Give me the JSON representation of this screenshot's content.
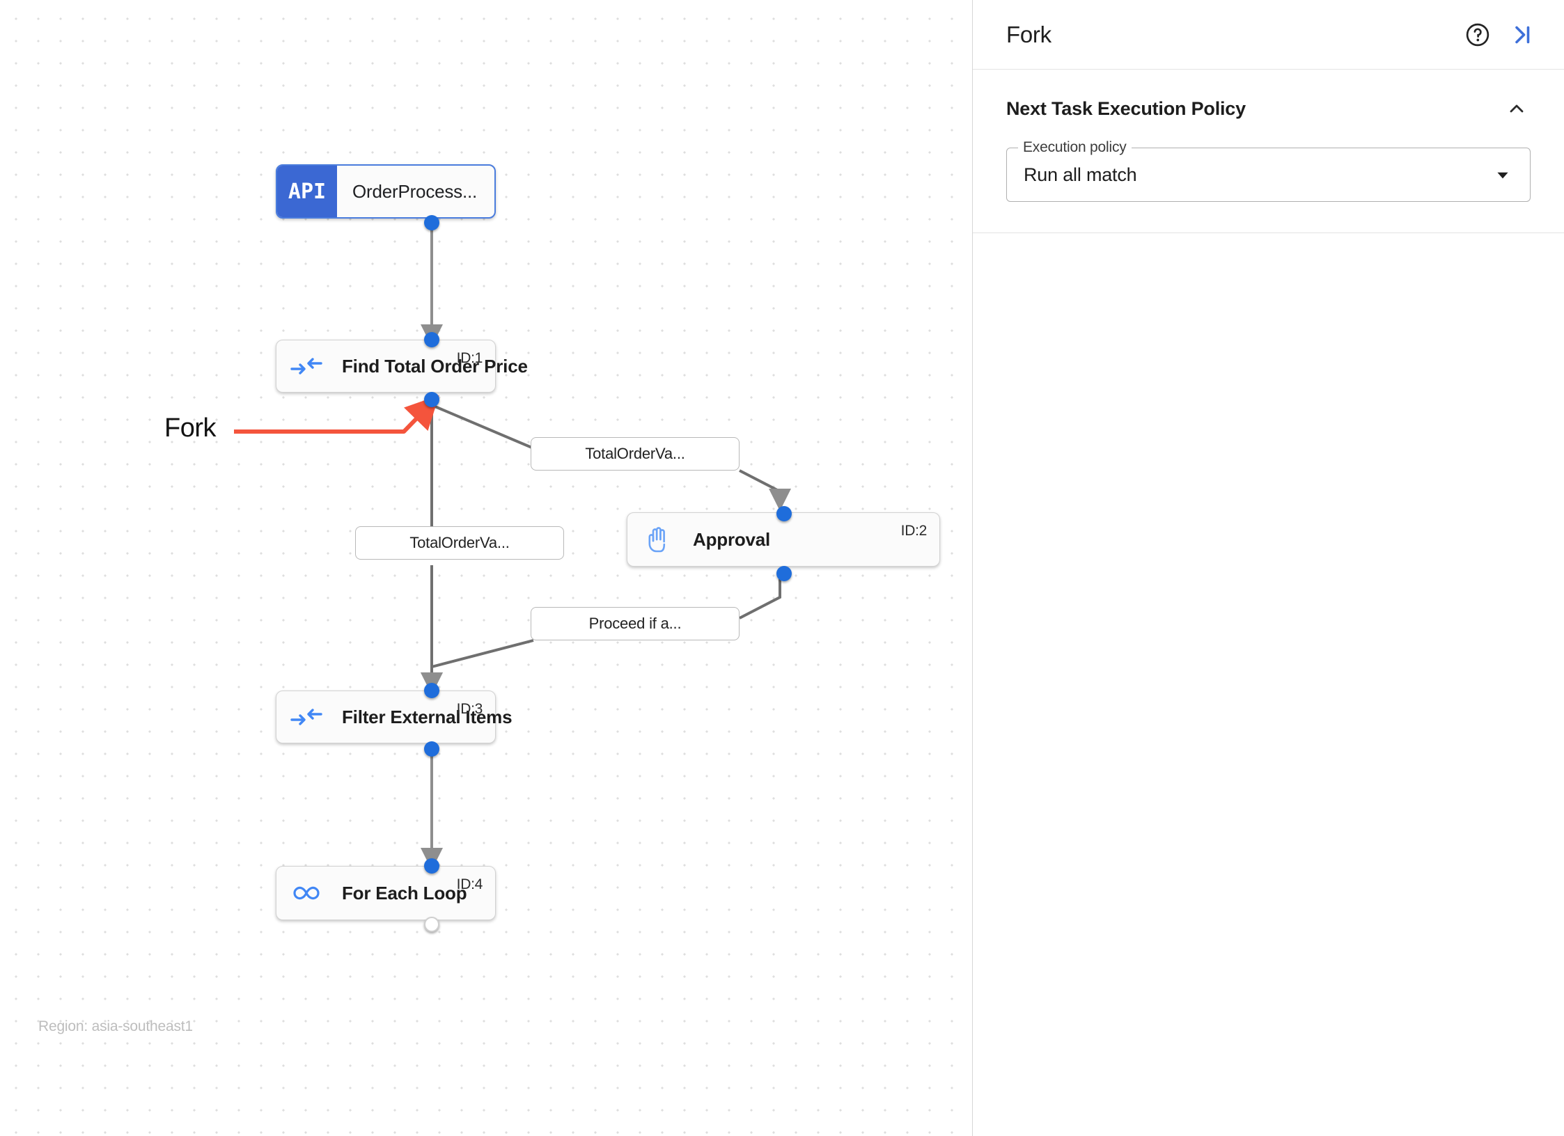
{
  "canvas": {
    "region_label": "Region: asia-southeast1",
    "annotation": {
      "label": "Fork",
      "color": "#f4543c"
    },
    "nodes": [
      {
        "id": "",
        "title": "OrderProcess...",
        "icon": "api-icon",
        "icon_text": "API",
        "badge_color": "#3b68d3",
        "selected": true
      },
      {
        "id": "ID:1",
        "title": "Find Total Order Price",
        "icon": "merge-arrows-icon",
        "selected": false
      },
      {
        "id": "ID:2",
        "title": "Approval",
        "icon": "hand-icon",
        "selected": false
      },
      {
        "id": "ID:3",
        "title": "Filter External Items",
        "icon": "merge-arrows-icon",
        "selected": false
      },
      {
        "id": "ID:4",
        "title": "For Each Loop",
        "icon": "infinity-icon",
        "selected": false
      }
    ],
    "edge_labels": [
      {
        "text": "TotalOrderVa..."
      },
      {
        "text": "TotalOrderVa..."
      },
      {
        "text": "Proceed if a..."
      }
    ]
  },
  "panel": {
    "title": "Fork",
    "help_icon": "help-circle-icon",
    "collapse_icon": "collapse-panel-icon",
    "accent_color": "#3d6fd9",
    "section": {
      "title": "Next Task Execution Policy",
      "expanded": true,
      "collapse_icon": "chevron-up-icon",
      "field": {
        "legend": "Execution policy",
        "value": "Run all match",
        "dropdown_icon": "caret-down-icon"
      }
    }
  }
}
